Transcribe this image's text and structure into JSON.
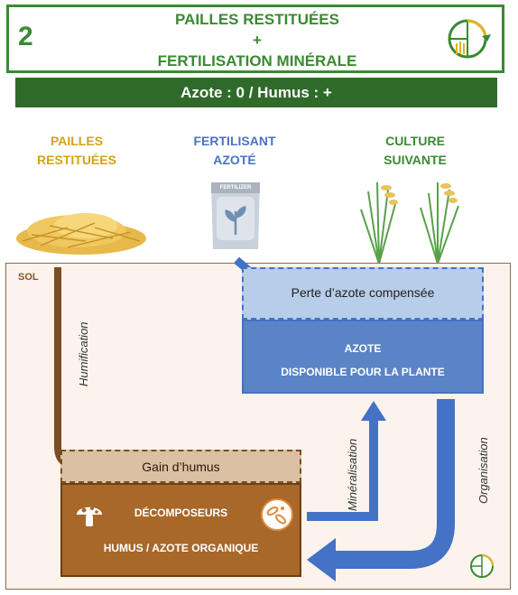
{
  "header": {
    "number": "2",
    "title_line1": "PAILLES RESTITUÉES",
    "title_plus": "+",
    "title_line2": "FERTILISATION MINÉRALE"
  },
  "banner": {
    "text": "Azote : 0 / Humus : +"
  },
  "columns": {
    "pailles": {
      "line1": "PAILLES",
      "line2": "RESTITUÉES",
      "color": "#d4a21a"
    },
    "fertilisant": {
      "line1": "FERTILISANT",
      "line2": "AZOTÉ",
      "color": "#4a72c4",
      "bag_label": "FERTILIZER"
    },
    "culture": {
      "line1": "CULTURE",
      "line2": "SUIVANTE",
      "color": "#3a8a32"
    }
  },
  "sol": {
    "label": "SOL"
  },
  "perte": {
    "text": "Perte d’azote compensée"
  },
  "azote": {
    "line1": "AZOTE",
    "line2": "DISPONIBLE POUR LA PLANTE"
  },
  "gain": {
    "text": "Gain d’humus"
  },
  "decomposeurs": {
    "title": "DÉCOMPOSEURS",
    "subtitle": "HUMUS / AZOTE ORGANIQUE"
  },
  "flows": {
    "humification": "Humification",
    "mineralisation": "Minéralisation",
    "organisation": "Organisation"
  },
  "colors": {
    "green": "#3a8a32",
    "dark_green": "#2f6a2a",
    "brown": "#a8682a",
    "blue": "#4472c4",
    "light_blue": "#b8cde9"
  }
}
